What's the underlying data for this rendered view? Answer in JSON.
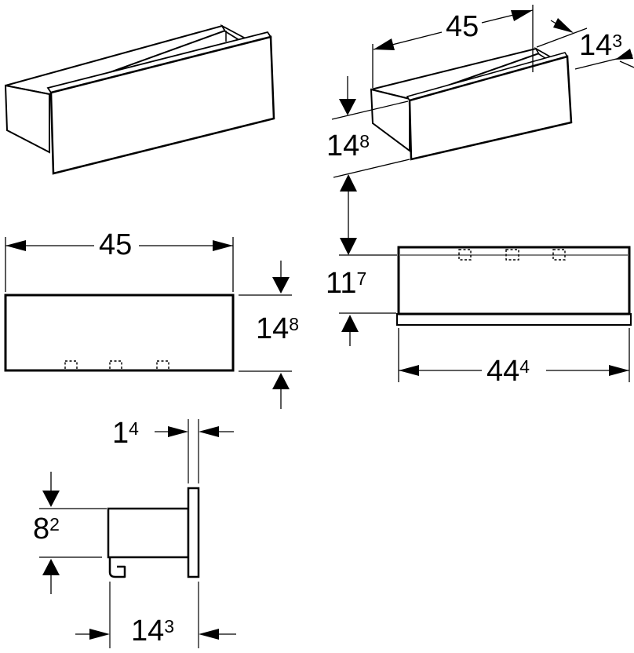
{
  "drawing": {
    "type": "technical-dimension-drawing",
    "background_color": "#ffffff",
    "line_color": "#000000",
    "views": {
      "iso_plain_label": "isometric-view",
      "iso_dimensioned_label": "isometric-view-dimensioned",
      "front_label": "front-view",
      "back_label": "back-view",
      "profile_label": "side-section-view"
    },
    "dims": {
      "iso": {
        "width": {
          "main": "45",
          "sup": ""
        },
        "depth": {
          "main": "14",
          "sup": "3"
        },
        "height": {
          "main": "14",
          "sup": "8"
        }
      },
      "front": {
        "width": {
          "main": "45",
          "sup": ""
        },
        "height": {
          "main": "14",
          "sup": "8"
        }
      },
      "back": {
        "height": {
          "main": "11",
          "sup": "7"
        },
        "width": {
          "main": "44",
          "sup": "4"
        }
      },
      "profile": {
        "thickness": {
          "main": "1",
          "sup": "4"
        },
        "height": {
          "main": "8",
          "sup": "2"
        },
        "depth": {
          "main": "14",
          "sup": "3"
        }
      }
    }
  }
}
